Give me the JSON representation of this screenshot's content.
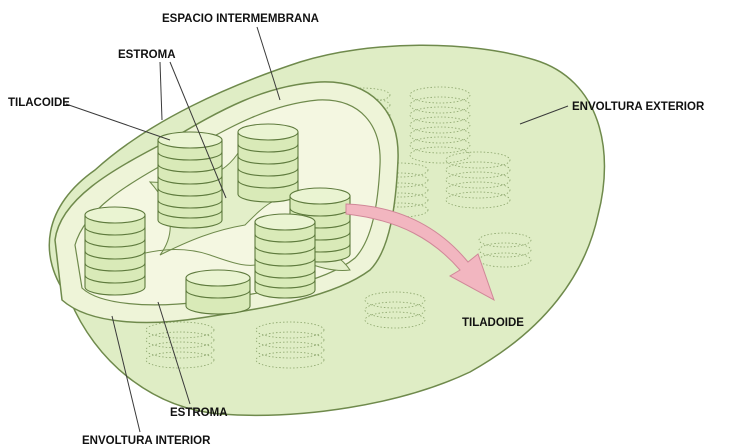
{
  "diagram": {
    "subject": "chloroplast cutaway",
    "colors": {
      "membrane_fill": "#dfedc5",
      "membrane_stroke": "#6f8a4c",
      "inner_surface": "#f4f7e1",
      "stroma": "#e3efc9",
      "granum_fill": "#d9eab8",
      "granum_stroke": "#5e7a3d",
      "arrow": "#f2b6c0"
    },
    "labels": {
      "espacio_intermembrana": "ESPACIO INTERMEMBRANA",
      "estroma_top": "ESTROMA",
      "tilacoide": "TILACOIDE",
      "envoltura_exterior": "ENVOLTURA EXTERIOR",
      "tiladoide": "TILADOIDE",
      "estroma_bottom": "ESTROMA",
      "envoltura_interior": "ENVOLTURA INTERIOR"
    }
  }
}
